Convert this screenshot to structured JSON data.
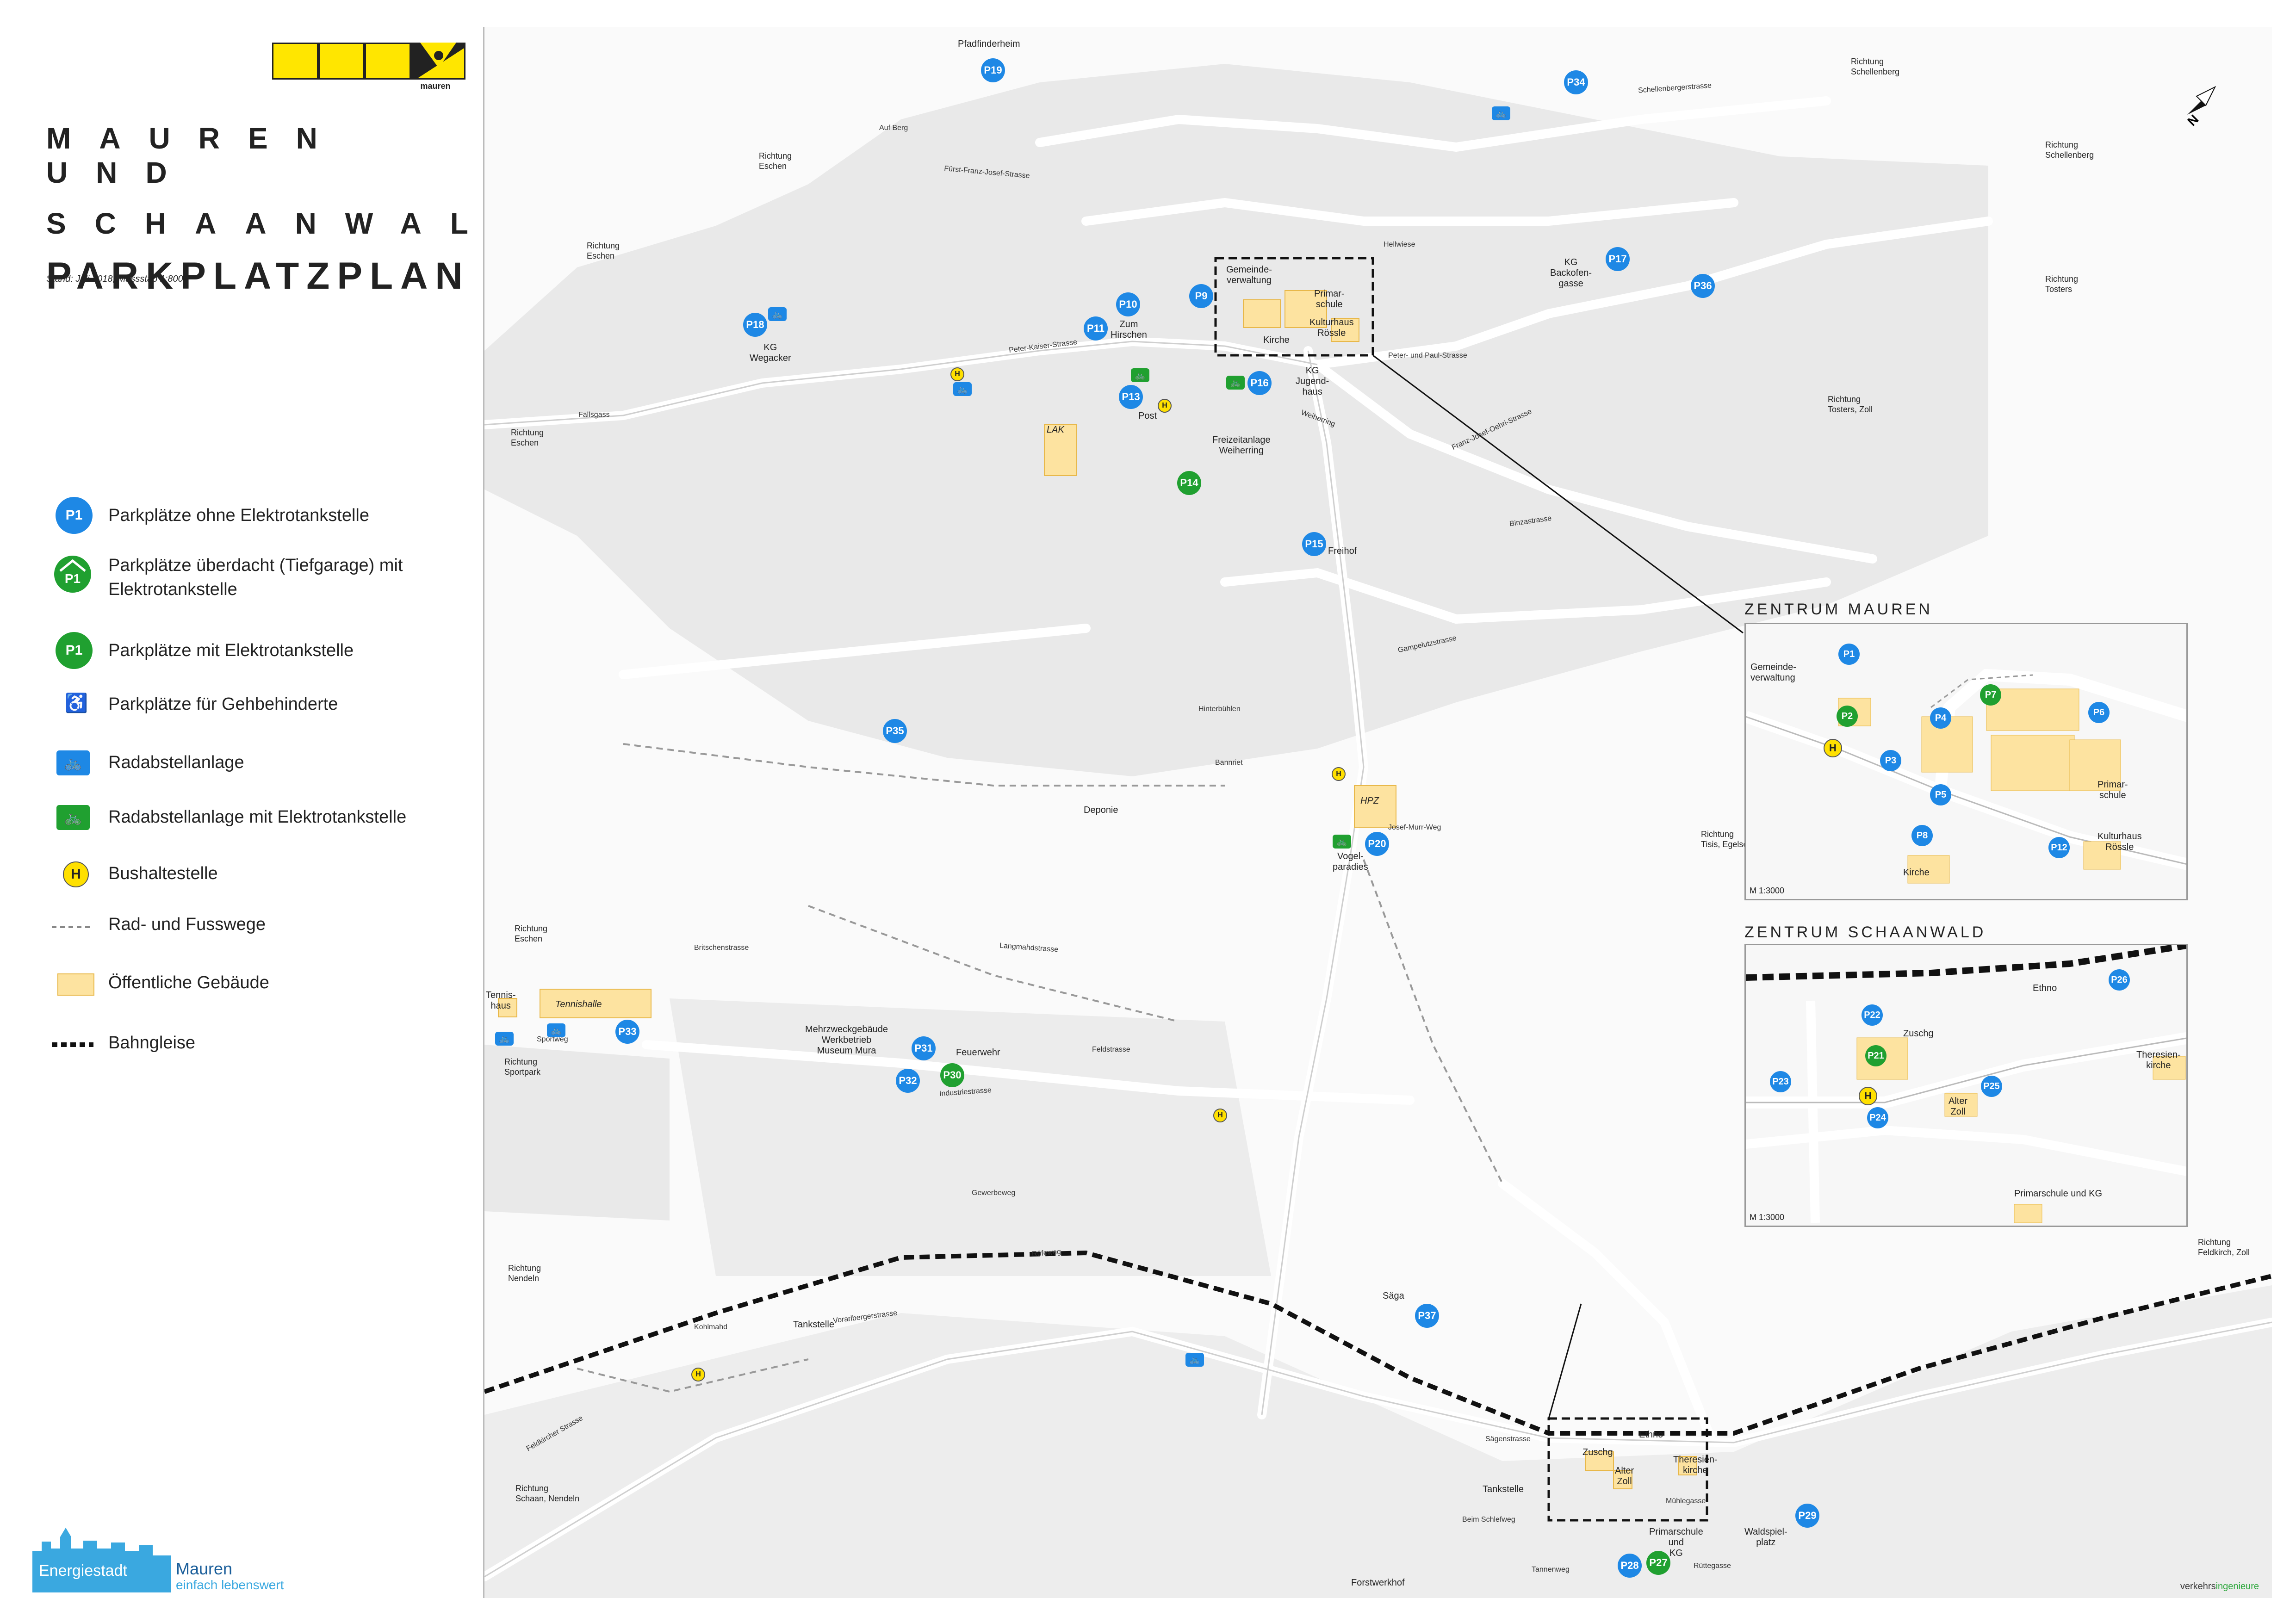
{
  "header": {
    "title_line1": "MAUREN UND",
    "title_line2": "SCHAANWALD",
    "title_line3": "PARKPLATZPLAN",
    "stand": "Stand: Juli 2018, Massstab 1:8000",
    "logo_text": "mauren"
  },
  "legend": [
    {
      "symbol": "P1",
      "label": "Parkplätze ohne Elektrotankstelle"
    },
    {
      "symbol": "P1",
      "label": "Parkplätze überdacht (Tiefgarage) mit Elektrotankstelle"
    },
    {
      "symbol": "P1",
      "label": "Parkplätze mit Elektrotankstelle"
    },
    {
      "symbol": "♿",
      "label": "Parkplätze für Gehbehinderte"
    },
    {
      "symbol": "🚲",
      "label": "Radabstellanlage"
    },
    {
      "symbol": "🚲",
      "label": "Radabstellanlage mit Elektrotankstelle"
    },
    {
      "symbol": "H",
      "label": "Bushaltestelle"
    },
    {
      "symbol": "",
      "label": "Rad- und Fusswege"
    },
    {
      "symbol": "",
      "label": "Öffentliche Gebäude"
    },
    {
      "symbol": "",
      "label": "Bahngleise"
    }
  ],
  "colors": {
    "parking_blue": "#1e88e5",
    "parking_green": "#20a030",
    "bus_yellow": "#ffe000",
    "public_building": "#fde3a0",
    "road": "#ffffff",
    "area": "#e9e9e9"
  },
  "markers": {
    "P9": "P9",
    "P10": "P10",
    "P11": "P11",
    "P13": "P13",
    "P14": "P14",
    "P15": "P15",
    "P16": "P16",
    "P17": "P17",
    "P18": "P18",
    "P19": "P19",
    "P20": "P20",
    "P27": "P27",
    "P28": "P28",
    "P29": "P29",
    "P30": "P30",
    "P31": "P31",
    "P32": "P32",
    "P33": "P33",
    "P34": "P34",
    "P35": "P35",
    "P36": "P36",
    "P37": "P37"
  },
  "places": {
    "gemeinde": "Gemeinde-\nverwaltung",
    "primar": "Primar-\nschule",
    "kultur": "Kulturhaus\nRössle",
    "kirche": "Kirche",
    "hirschen": "Zum\nHirschen",
    "post": "Post",
    "lak": "LAK",
    "kgjugend": "KG\nJugend-\nhaus",
    "freizeit": "Freizeitanlage\nWeiherring",
    "freihof": "Freihof",
    "kgback": "KG\nBackofen-\ngasse",
    "kgweg": "KG\nWegacker",
    "pfad": "Pfadfinderheim",
    "hpz": "HPZ",
    "deponie": "Deponie",
    "vogel": "Vogel-\nparadies",
    "tennishaus": "Tennis-\nhaus",
    "tennishalle": "Tennishalle",
    "mehrzweck": "Mehrzweckgebäude\nWerkbetrieb\nMuseum Mura",
    "feuerwehr": "Feuerwehr",
    "tankstelle1": "Tankstelle",
    "tankstelle2": "Tankstelle",
    "saega": "Säga",
    "zuschg": "Zuschg",
    "ethno": "Ethno",
    "alterzoll": "Alter\nZoll",
    "theresien": "Theresien-\nkirche",
    "primarkg": "Primarschule\nund\nKG",
    "waldspiel": "Waldspiel-\nplatz",
    "forst": "Forstwerkhof"
  },
  "directions": {
    "d1": "Richtung\nEschen",
    "d2": "Richtung\nEschen",
    "d3": "Richtung\nEschen",
    "d4": "Richtung\nSchellenberg",
    "d5": "Richtung\nSchellenberg",
    "d6": "Richtung\nTosters",
    "d7": "Richtung\nTosters, Zoll",
    "d8": "Richtung\nTisis, Egelsee",
    "d9": "Richtung\nEschen",
    "d10": "Richtung\nSportpark",
    "d11": "Richtung\nNendeln",
    "d12": "Richtung\nSchaan, Nendeln",
    "d13": "Richtung\nFeldkirch, Zoll"
  },
  "streets": {
    "s1": "Peter-Kaiser-Strasse",
    "s2": "Fallsgass",
    "s3": "Weiherring",
    "s4": "Peter- und Paul-Strasse",
    "s5": "Franz-Josef-Oehri-Strasse",
    "s6": "Industriestrasse",
    "s7": "Vorarlbergerstrasse",
    "s8": "Feldkircher Strasse",
    "s9": "Rüfeweg",
    "s10": "Sägenstrasse",
    "s11": "Langmahdstrasse",
    "s12": "Britschenstrasse",
    "s13": "Gewerbeweg",
    "s14": "Feldstrasse",
    "s15": "Schellenbergerstrasse",
    "s16": "Fürst-Franz-Josef-Strasse",
    "s17": "Auf Berg",
    "s18": "Binzastrasse",
    "s19": "Gampelutzstrasse",
    "s20": "Hinterbühlen",
    "s21": "Bannriet",
    "s22": "Josef-Murr-Weg",
    "s23": "Sportweg",
    "s24": "Kohlmahd",
    "s25": "Beim Schlefweg",
    "s26": "Tannenweg",
    "s27": "Rüttegasse",
    "s28": "Mühlegasse",
    "s29": "Hellwiese"
  },
  "inset_mauren": {
    "title": "ZENTRUM MAUREN",
    "scale": "M 1:3000",
    "markers": [
      "P1",
      "P2",
      "P3",
      "P4",
      "P5",
      "P6",
      "P7",
      "P8",
      "P12"
    ],
    "labels": {
      "gemeinde": "Gemeinde-\nverwaltung",
      "primar": "Primar-\nschule",
      "kultur": "Kulturhaus\nRössle",
      "kirche": "Kirche"
    }
  },
  "inset_schaanwald": {
    "title": "ZENTRUM SCHAANWALD",
    "scale": "M 1:3000",
    "markers": [
      "P21",
      "P22",
      "P23",
      "P24",
      "P25",
      "P26"
    ],
    "labels": {
      "ethno": "Ethno",
      "zuschg": "Zuschg",
      "theresien": "Theresien-\nkirche",
      "alterzoll": "Alter\nZoll",
      "primarkg": "Primarschule und KG"
    }
  },
  "footer": {
    "energie_1": "Energiestadt",
    "energie_2": "Mauren",
    "energie_3": "einfach lebenswert",
    "credit_a": "verkehrs",
    "credit_b": "ingenieure"
  }
}
